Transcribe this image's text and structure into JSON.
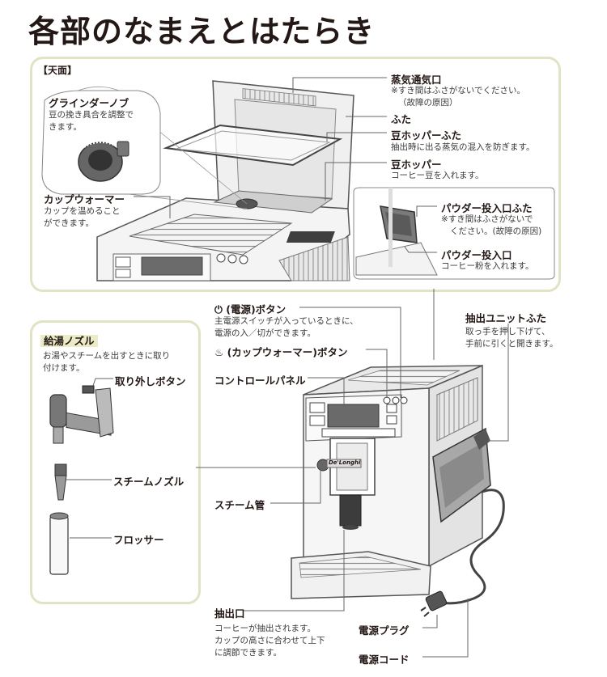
{
  "title": "各部のなまえとはたらき",
  "top_panel": {
    "section": "【天面】",
    "grinder_knob": {
      "label": "グラインダーノブ",
      "desc1": "豆の挽き具合を調整で",
      "desc2": "きます。"
    },
    "cup_warmer": {
      "label": "カップウォーマー",
      "desc1": "カップを温めること",
      "desc2": "ができます。"
    },
    "steam_vent": {
      "label": "蒸気通気口",
      "desc1": "※すき間はふさがないでください。",
      "desc2": "（故障の原因）"
    },
    "lid": {
      "label": "ふた"
    },
    "bean_hopper_lid": {
      "label": "豆ホッパーふた",
      "desc": "抽出時に出る蒸気の混入を防ぎます。"
    },
    "bean_hopper": {
      "label": "豆ホッパー",
      "desc": "コーヒー豆を入れます。"
    },
    "powder_lid": {
      "label": "パウダー投入口ふた",
      "desc1": "※すき間はふさがないで",
      "desc2": "ください。(故障の原因)"
    },
    "powder_inlet": {
      "label": "パウダー投入口",
      "desc": "コーヒー粉を入れます。"
    }
  },
  "nozzle_panel": {
    "title": "給湯ノズル",
    "desc1": "お湯やスチームを出すときに取り",
    "desc2": "付けます。",
    "release_button": "取り外しボタン",
    "steam_nozzle": "スチームノズル",
    "frother": "フロッサー"
  },
  "labels": {
    "power_button": "(電源)ボタン",
    "power_desc1": "主電源スイッチが入っているときに、",
    "power_desc2": "電源の入／切ができます。",
    "cupwarmer_button": "(カップウォーマー)ボタン",
    "control_panel": "コントロールパネル",
    "steam_pipe": "スチーム管",
    "spout": "抽出口",
    "spout_desc1": "コーヒーが抽出されます。",
    "spout_desc2": "カップの高さに合わせて上下",
    "spout_desc3": "に調節できます。",
    "power_plug": "電源プラグ",
    "power_cord": "電源コード",
    "brew_unit_lid": "抽出ユニットふた",
    "brew_desc1": "取っ手を押し下げて、",
    "brew_desc2": "手前に引くと開きます。"
  },
  "machine": {
    "brand": "De'Longhi"
  },
  "colors": {
    "panel_border": "#e2e2c4",
    "highlight": "#ecebc7",
    "machine_fill": "#f2f2f2",
    "dark_gray": "#7d7d7d"
  }
}
